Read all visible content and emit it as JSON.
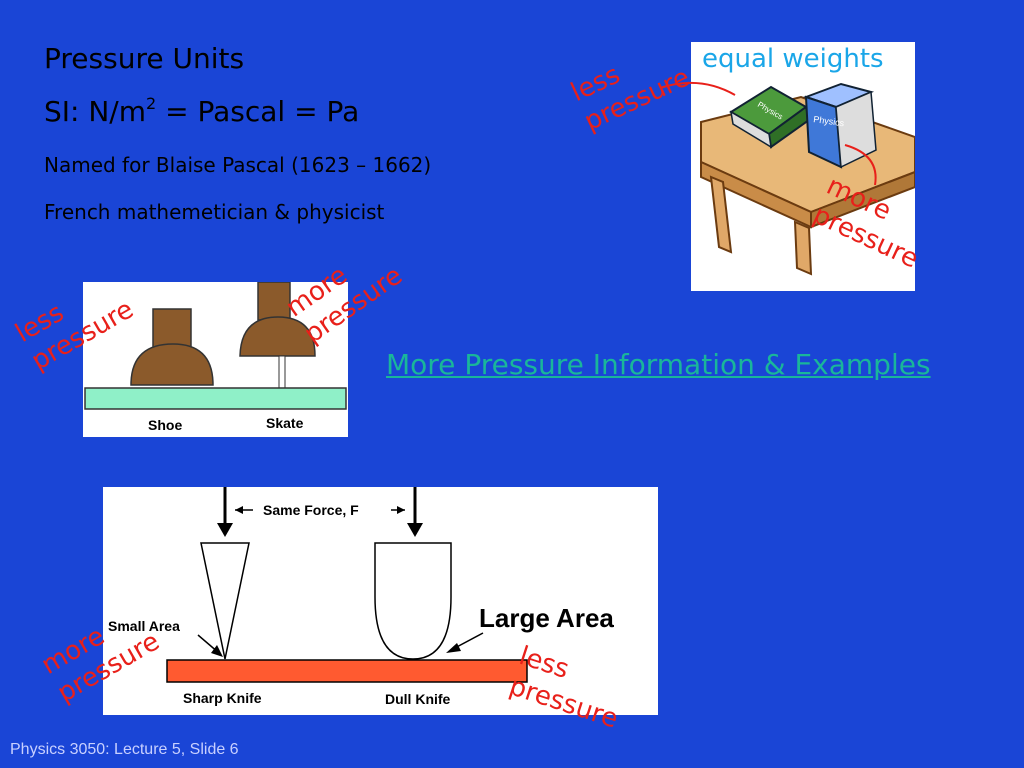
{
  "slide": {
    "title": "Pressure Units",
    "si_prefix": "SI: N/m",
    "si_exponent": "2",
    "si_suffix": " = Pascal = Pa",
    "line1": "Named for Blaise Pascal (1623 – 1662)",
    "line2": "French mathemetician & physicist",
    "link_text": "More Pressure Information & Examples",
    "footer": "Physics 3050: Lecture 5, Slide 6"
  },
  "books": {
    "caption": "equal weights",
    "less": "less\npressure",
    "more": "more\npressure",
    "spine_left": "Physics",
    "spine_right": "Physics"
  },
  "shoe_skate": {
    "label_shoe": "Shoe",
    "label_skate": "Skate",
    "less": "less\npressure",
    "more": "more\npressure"
  },
  "knife": {
    "same_force": "Same Force, F",
    "small_area": "Small Area",
    "large_area": "Large Area",
    "sharp": "Sharp Knife",
    "dull": "Dull Knife",
    "more": "more\npressure",
    "less": "less\npressure"
  },
  "colors": {
    "background": "#1a45d6",
    "annotation": "#e8201a",
    "link": "#19b69a",
    "caption": "#1aa6e8"
  }
}
